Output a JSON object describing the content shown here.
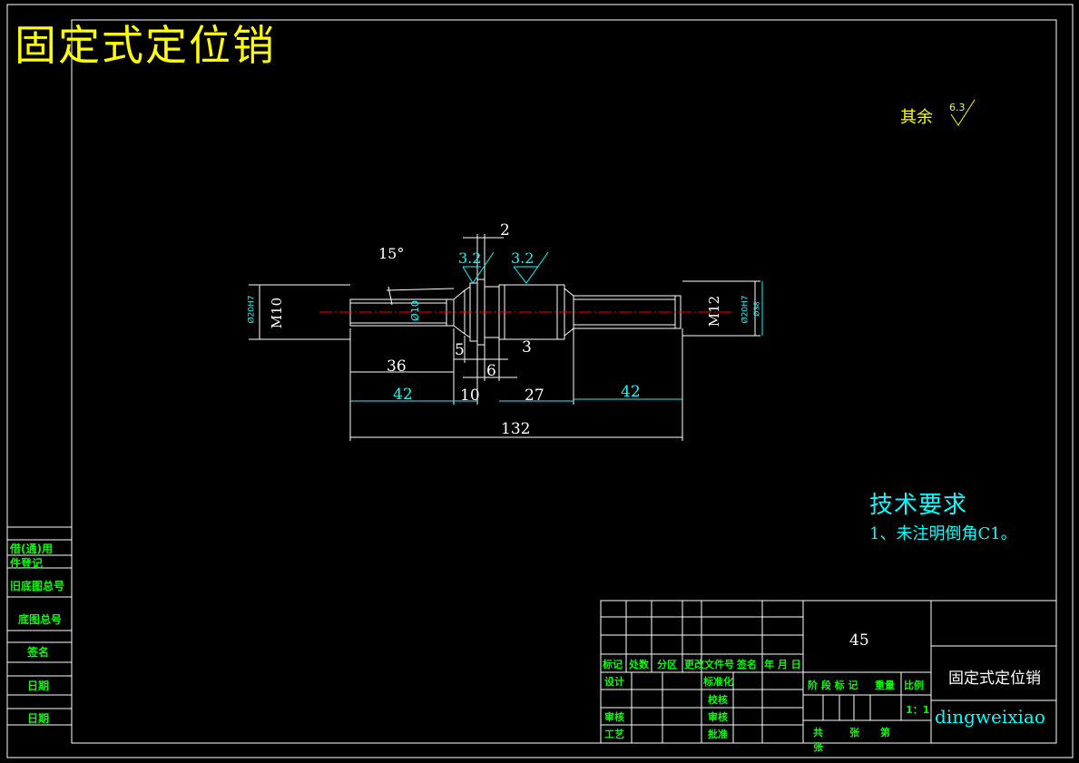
{
  "title": "固定式定位销",
  "roughness": {
    "label": "其余",
    "value": "6.3"
  },
  "dims": {
    "d2": "2",
    "angle": "15°",
    "r1": "3.2",
    "r2": "3.2",
    "phi20_left": "Ø20H7",
    "m10": "M10",
    "phi10": "Ø10",
    "m12": "M12",
    "phi20_right": "Ø20H7",
    "phi_small": "Ø38",
    "d5": "5",
    "d3": "3",
    "d36": "36",
    "d6": "6",
    "d42a": "42",
    "d10": "10",
    "d27": "27",
    "d42b": "42",
    "d132": "132"
  },
  "tech": {
    "heading": "技术要求",
    "item1": "1、未注明倒角C1。"
  },
  "side_labels": [
    "借(通)用",
    "件登记",
    "旧底图总号",
    "底图总号",
    "签名",
    "日期",
    "日期"
  ],
  "title_block": {
    "material": "45",
    "name": "固定式定位销",
    "company": "dingweixiao",
    "scale": "1：1",
    "row_labels": [
      "标记",
      "处数",
      "分区",
      "更改文件号",
      "签名",
      "年 月 日"
    ],
    "design": "设计",
    "standard": "标准化",
    "review": "审核",
    "craft": "工艺",
    "check": "审核",
    "approve": "批准",
    "check2": "校核",
    "stage": "阶 段 标 记",
    "weight": "重量",
    "ratio": "比例",
    "total": "共",
    "sheet": "张",
    "page": "第",
    "zhang": "张"
  },
  "colors": {
    "frame": "#ffffff",
    "dim": "#00ffff",
    "title": "#ffff00",
    "label": "#00ff00",
    "center": "#ff0000"
  }
}
